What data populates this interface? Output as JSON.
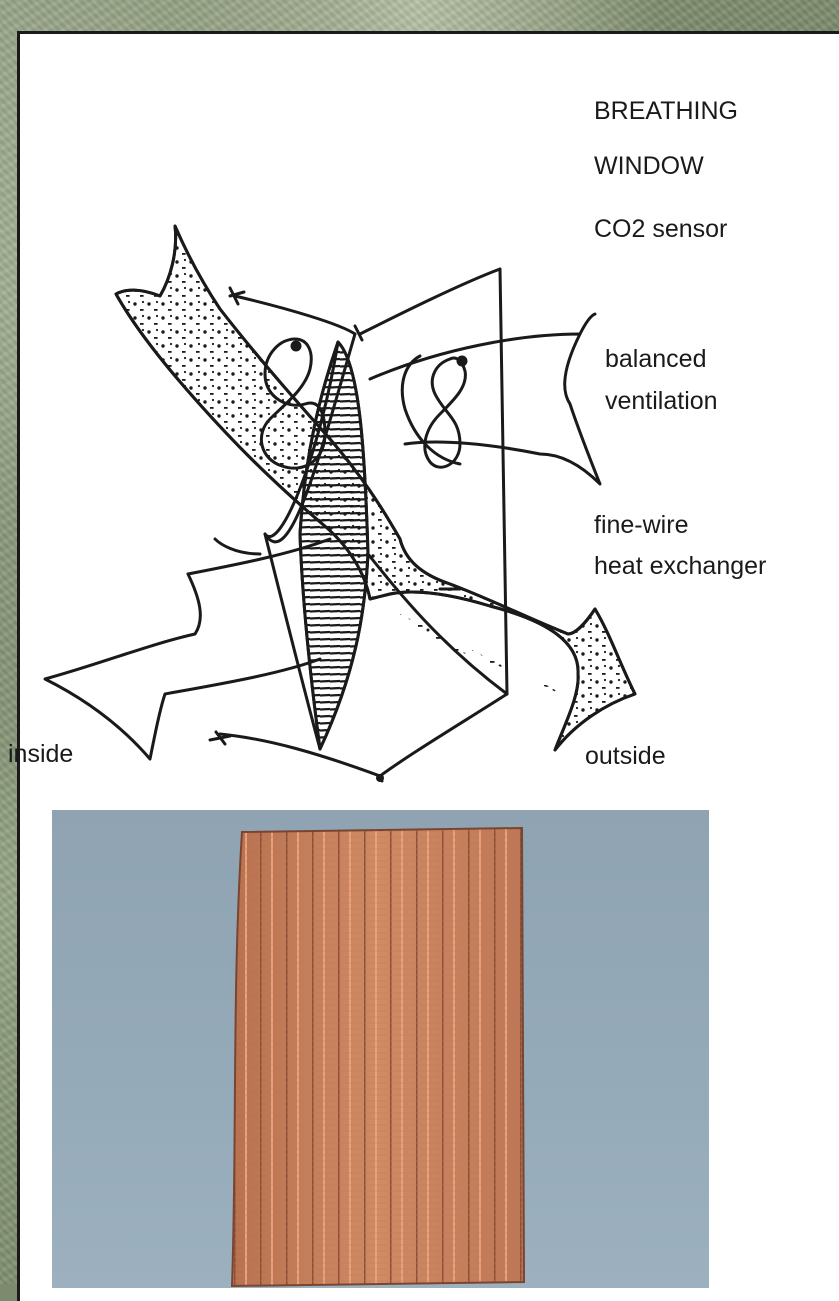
{
  "title_line1": "BREATHING",
  "title_line2": "WINDOW",
  "labels": {
    "co2": "CO2 sensor",
    "ventilation_line1": "balanced",
    "ventilation_line2": "ventilation",
    "exchanger_line1": "fine-wire",
    "exchanger_line2": "heat exchanger",
    "inside": "inside",
    "outside": "outside"
  },
  "colors": {
    "background": "#7d8a6d",
    "panel": "#ffffff",
    "ink": "#1a1a1a",
    "photo_background": "#95aab9",
    "copper": "#c9825f"
  }
}
